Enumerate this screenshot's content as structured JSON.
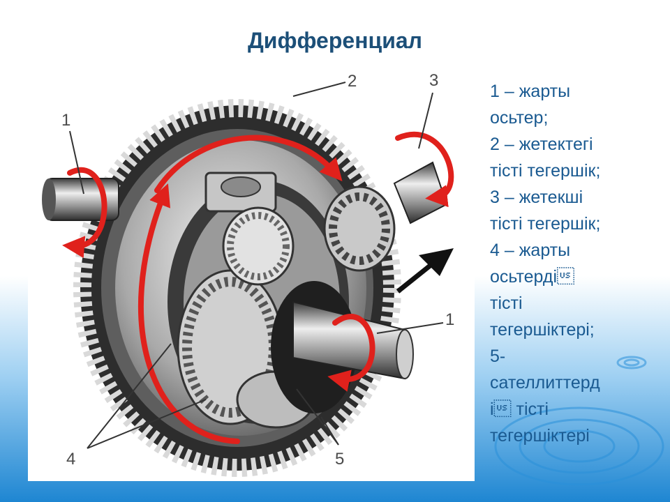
{
  "slide": {
    "title": "Дифференциал",
    "colors": {
      "title": "#1c4f78",
      "legend_text": "#1a5a91",
      "arrow_red": "#e0211c",
      "water_blue": "#1e8ed6"
    }
  },
  "figure": {
    "callouts": {
      "left_shaft": "1",
      "ring_gear": "2",
      "pinion": "3",
      "right_shaft": "1",
      "side_gears": "4",
      "satellites": "5"
    }
  },
  "legend": {
    "lines": [
      "1 – жарты",
      "осьтер;",
      "2 – жетектегі",
      "тісті тегершік;",
      "3 – жетекші",
      "тісті тегершік;",
      "4 – жарты",
      "осьтерді\u001f",
      "тісті",
      "тегершіктері;",
      "5-",
      "сателлиттерд",
      "і\u001f тісті",
      "тегершіктері"
    ]
  }
}
